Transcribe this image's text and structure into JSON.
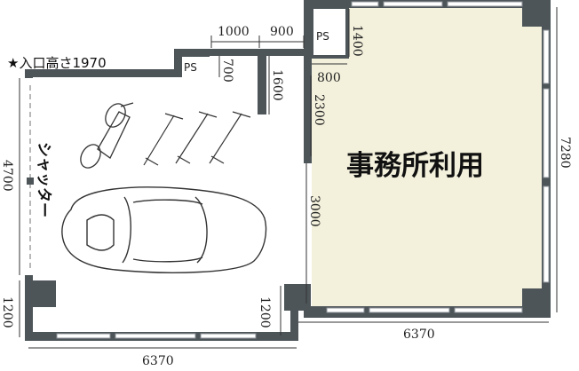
{
  "labels": {
    "entrance_height": "★入口高さ1970",
    "office_use": "事務所利用",
    "shutter": "シャッター",
    "ps_top": "PS",
    "ps_left": "PS"
  },
  "dimensions": {
    "d1000": "1000",
    "d900": "900",
    "d700": "700",
    "d1600": "1600",
    "d1400": "1400",
    "d800": "800",
    "d2300": "2300",
    "d3000": "3000",
    "d4700": "4700",
    "d1200_left": "1200",
    "d1200_mid": "1200",
    "d7280": "7280",
    "d6370_bottom_left": "6370",
    "d6370_bottom_right": "6370"
  },
  "colors": {
    "wall": "#4d5559",
    "office_floor": "#f3f1dc",
    "line": "#333333"
  }
}
